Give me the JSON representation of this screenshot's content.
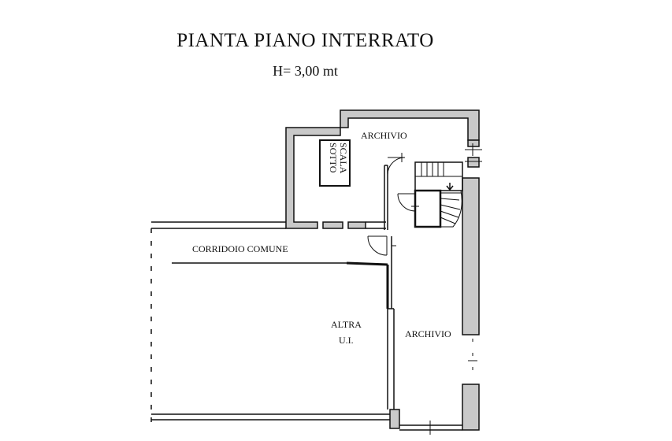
{
  "header": {
    "title": "PIANTA PIANO INTERRATO",
    "height_note": "H= 3,00 mt"
  },
  "rooms": {
    "sotto": "SOTTO",
    "scala": "SCALA",
    "archivio_top": "ARCHIVIO",
    "archivio_main": "ARCHIVIO",
    "corridoio": "CORRIDOIO COMUNE",
    "altra_1": "ALTRA",
    "altra_2": "U.I."
  }
}
